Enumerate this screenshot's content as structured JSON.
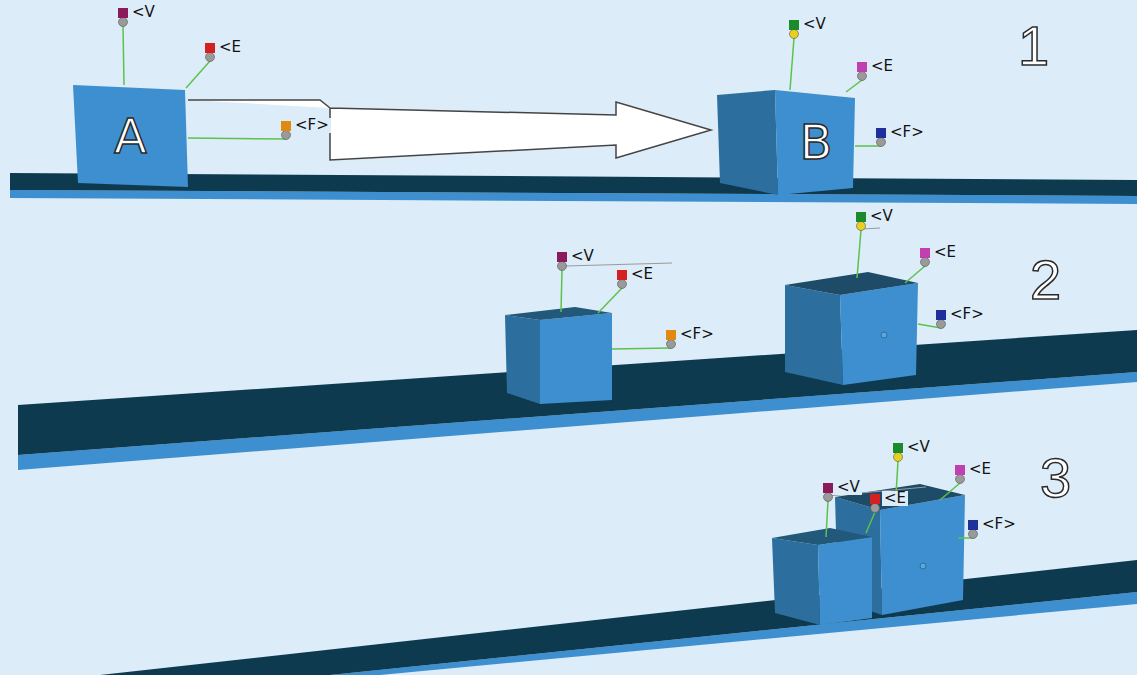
{
  "diagram": {
    "nodes": [
      {
        "text": [
          "A"
        ]
      },
      {
        "text": [
          "B"
        ]
      }
    ],
    "edges": [
      {
        "from": 0,
        "to": 1,
        "arrow": "to"
      }
    ],
    "labels": [
      "1",
      "<V",
      "<E",
      "<F>",
      "<V",
      "<E",
      "<F>",
      "2",
      "<V",
      "<E",
      "<F>",
      "<V",
      "<E",
      "<F>",
      "3",
      "<V",
      "<E",
      "<V",
      "<E",
      "<F>"
    ]
  }
}
